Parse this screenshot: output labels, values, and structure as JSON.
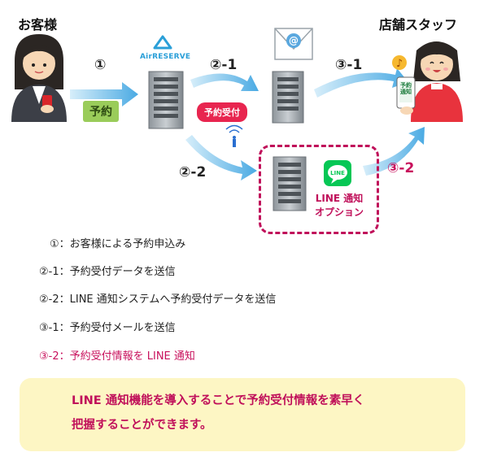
{
  "actors": {
    "customer": "お客様",
    "staff": "店舗スタッフ"
  },
  "brand": "AirRESERVE",
  "steps": {
    "s1": "①",
    "s2_1": "②-1",
    "s2_2": "②-2",
    "s3_1": "③-1",
    "s3_2": "③-2"
  },
  "tags": {
    "reserve": "予約",
    "reservation_received": "予約受付",
    "phone_screen": "予約通知"
  },
  "line_option": {
    "badge": "LINE",
    "line1": "LINE 通知",
    "line2": "オプション"
  },
  "legend": [
    {
      "num": "①",
      "text": "：お客様による予約申込み"
    },
    {
      "num": "②-1",
      "text": "：予約受付データを送信"
    },
    {
      "num": "②-2",
      "text": "：LINE 通知システムへ予約受付データを送信"
    },
    {
      "num": "③-1",
      "text": "：予約受付メールを送信"
    },
    {
      "num": "③-2",
      "text": "：予約受付情報を LINE 通知"
    }
  ],
  "note": {
    "line1": "LINE 通知機能を導入することで予約受付情報を素早く",
    "line2": "把握することができます。"
  },
  "colors": {
    "arrow": "#5bb3e6",
    "accent_pink": "#c8105c",
    "line_green": "#06c755",
    "note_bg": "#fdf6c4"
  }
}
